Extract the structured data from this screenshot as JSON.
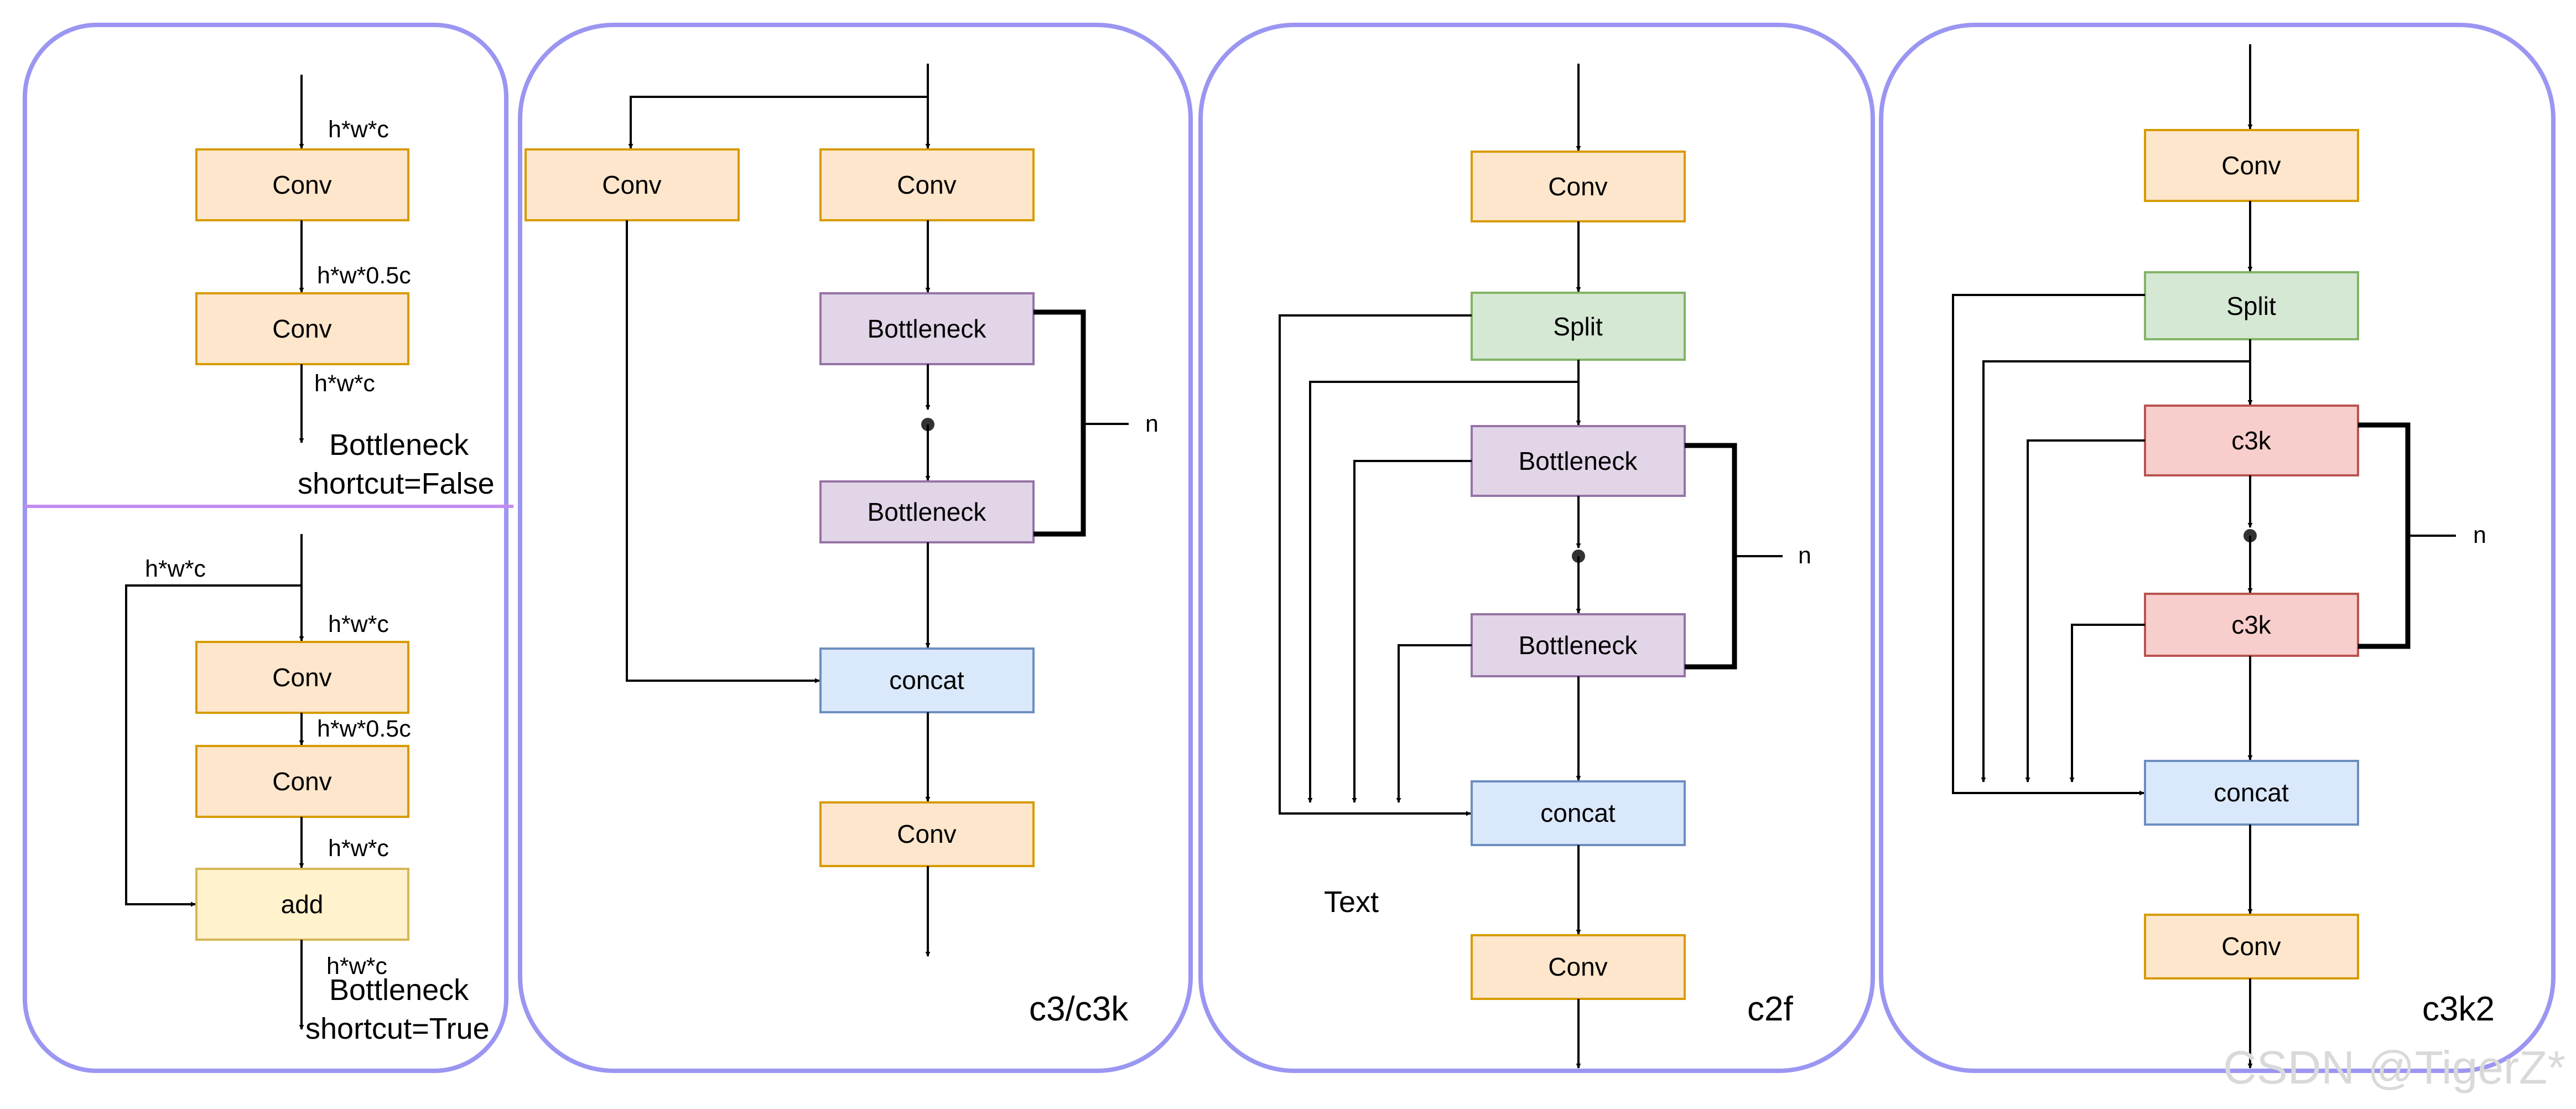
{
  "colors": {
    "conv_fill": "#fde6cc",
    "conv_stroke": "#d79b00",
    "bottleneck_fill": "#e1d5e7",
    "bottleneck_stroke": "#9673a6",
    "concat_fill": "#dae8fc",
    "concat_stroke": "#6c8ebf",
    "split_fill": "#d5e8d4",
    "split_stroke": "#82b366",
    "c3k_fill": "#f8cecc",
    "c3k_stroke": "#b85450",
    "add_fill": "#fff2cc",
    "add_stroke": "#d6b656",
    "panel_border": "#9b96f2",
    "divider": "#c38cf2"
  },
  "panel1": {
    "top": {
      "dim_in": "h*w*c",
      "conv1": "Conv",
      "dim_mid": "h*w*0.5c",
      "conv2": "Conv",
      "dim_out": "h*w*c",
      "title_line1": "Bottleneck",
      "title_line2": "shortcut=False"
    },
    "bottom": {
      "dim_skip": "h*w*c",
      "dim_in": "h*w*c",
      "conv1": "Conv",
      "dim_mid": "h*w*0.5c",
      "conv2": "Conv",
      "dim_add": "h*w*c",
      "add": "add",
      "dim_out": "h*w*c",
      "title_line1": "Bottleneck",
      "title_line2": "shortcut=True"
    }
  },
  "panel2": {
    "conv_side": "Conv",
    "conv_main": "Conv",
    "bottleneck1": "Bottleneck",
    "bottleneck2": "Bottleneck",
    "n_label": "n",
    "concat": "concat",
    "conv_out": "Conv",
    "title": "c3/c3k"
  },
  "panel3": {
    "conv_in": "Conv",
    "split": "Split",
    "bottleneck1": "Bottleneck",
    "bottleneck2": "Bottleneck",
    "n_label": "n",
    "concat": "concat",
    "text_label": "Text",
    "conv_out": "Conv",
    "title": "c2f"
  },
  "panel4": {
    "conv_in": "Conv",
    "split": "Split",
    "c3k1": "c3k",
    "c3k2": "c3k",
    "n_label": "n",
    "concat": "concat",
    "conv_out": "Conv",
    "title": "c3k2"
  },
  "watermark": "CSDN @TigerZ*"
}
